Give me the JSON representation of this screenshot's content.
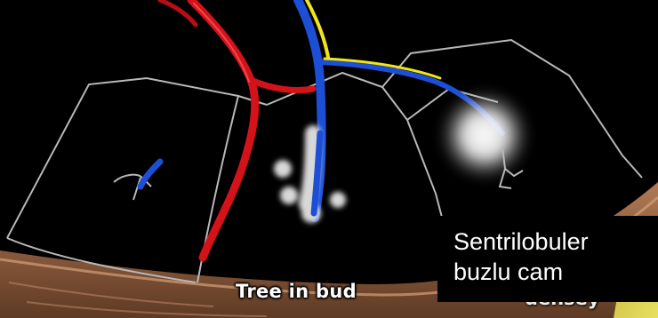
{
  "captions": {
    "tree_in_bud": "Tree in bud",
    "partial_lower_right": "uensey"
  },
  "label_box": {
    "line1": "Sentrilobuler",
    "line2": "buzlu cam"
  },
  "colors": {
    "background": "#000000",
    "artery": "#d4121a",
    "bronchus": "#1d4fd6",
    "bronchus_yellow": "#f0e41a",
    "lobule_outline": "#b8b8b8",
    "tissue": "#8a5a3c",
    "glow": "#ffffff"
  }
}
